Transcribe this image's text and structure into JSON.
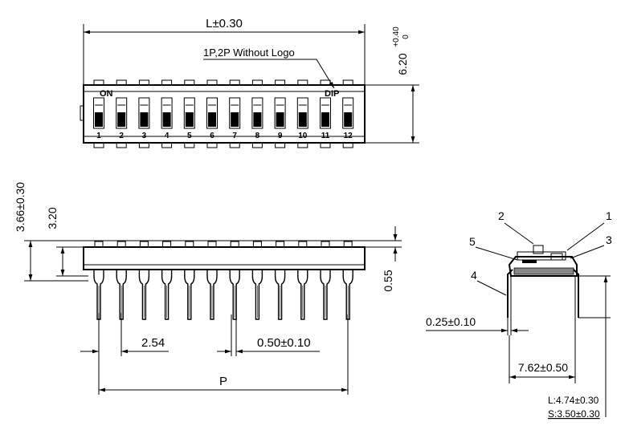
{
  "top_view": {
    "width_dim": "L±0.30",
    "note": "1P,2P Without Logo",
    "height_dim": "6.20",
    "height_tol_upper": "+0.40",
    "height_tol_lower": "0",
    "on_label": "ON",
    "dip_label": "DIP",
    "switch_numbers": [
      "1",
      "2",
      "3",
      "4",
      "5",
      "6",
      "7",
      "8",
      "9",
      "10",
      "11",
      "12"
    ]
  },
  "side_view": {
    "dim_overall_height": "3.66±0.30",
    "dim_body_height": "3.20",
    "dim_standoff": "0.55",
    "dim_pitch": "2.54",
    "dim_pin_width": "0.50±0.10",
    "dim_span": "P"
  },
  "section_view": {
    "callouts": [
      "1",
      "2",
      "3",
      "4",
      "5"
    ],
    "dim_thickness": "0.25±0.10",
    "dim_row_spacing": "7.62±0.50",
    "lead_length_L": "L:4.74±0.30",
    "lead_length_S": "S:3.50±0.30"
  }
}
